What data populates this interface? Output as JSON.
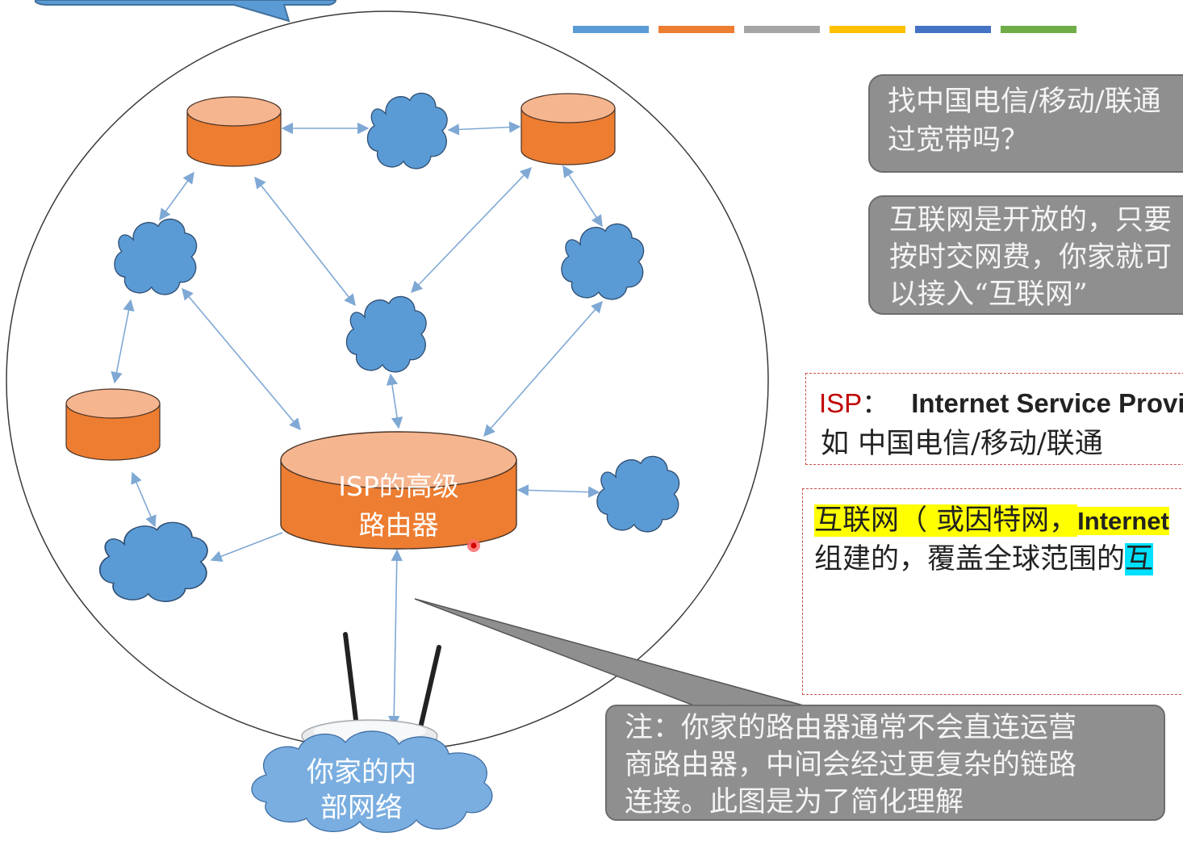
{
  "top_color_bars": [
    "#5b9bd5",
    "#ed7d31",
    "#a5a5a5",
    "#ffc000",
    "#4472c4",
    "#70ad47"
  ],
  "colors": {
    "router_body": "#ed7d31",
    "router_top": "#f5b58f",
    "cloud": "#5b9bd5",
    "home_cloud": "#7aaee0",
    "arrow": "#7fa8d4",
    "note_box": "#8f8f8f"
  },
  "diagram": {
    "isp_router_label": [
      "ISP的高级",
      "路由器"
    ],
    "home_network_label": [
      "你家的内",
      "部网络"
    ]
  },
  "question_box_1": {
    "lines": [
      "找中国电信/移动/联通",
      "过宽带吗？"
    ]
  },
  "question_box_2": {
    "lines": [
      "互联网是开放的，只要",
      "按时交网费，你家就可",
      "以接入“互联网”"
    ]
  },
  "note_box": {
    "lines": [
      "注：你家的路由器通常不会直连运营",
      "商路由器，中间会经过更复杂的链路",
      "连接。此图是为了简化理解"
    ]
  },
  "isp_definition": {
    "tag": "ISP",
    "colon": "：",
    "english": "Internet Service Provider",
    "line2": "如 中国电信/移动/联通"
  },
  "internet_definition": {
    "line1_highlight": "互联网（ 或因特网，",
    "line1_english": "Internet",
    "line2_text": "组建的，覆盖全球范围的",
    "line2_highlight": "互"
  }
}
